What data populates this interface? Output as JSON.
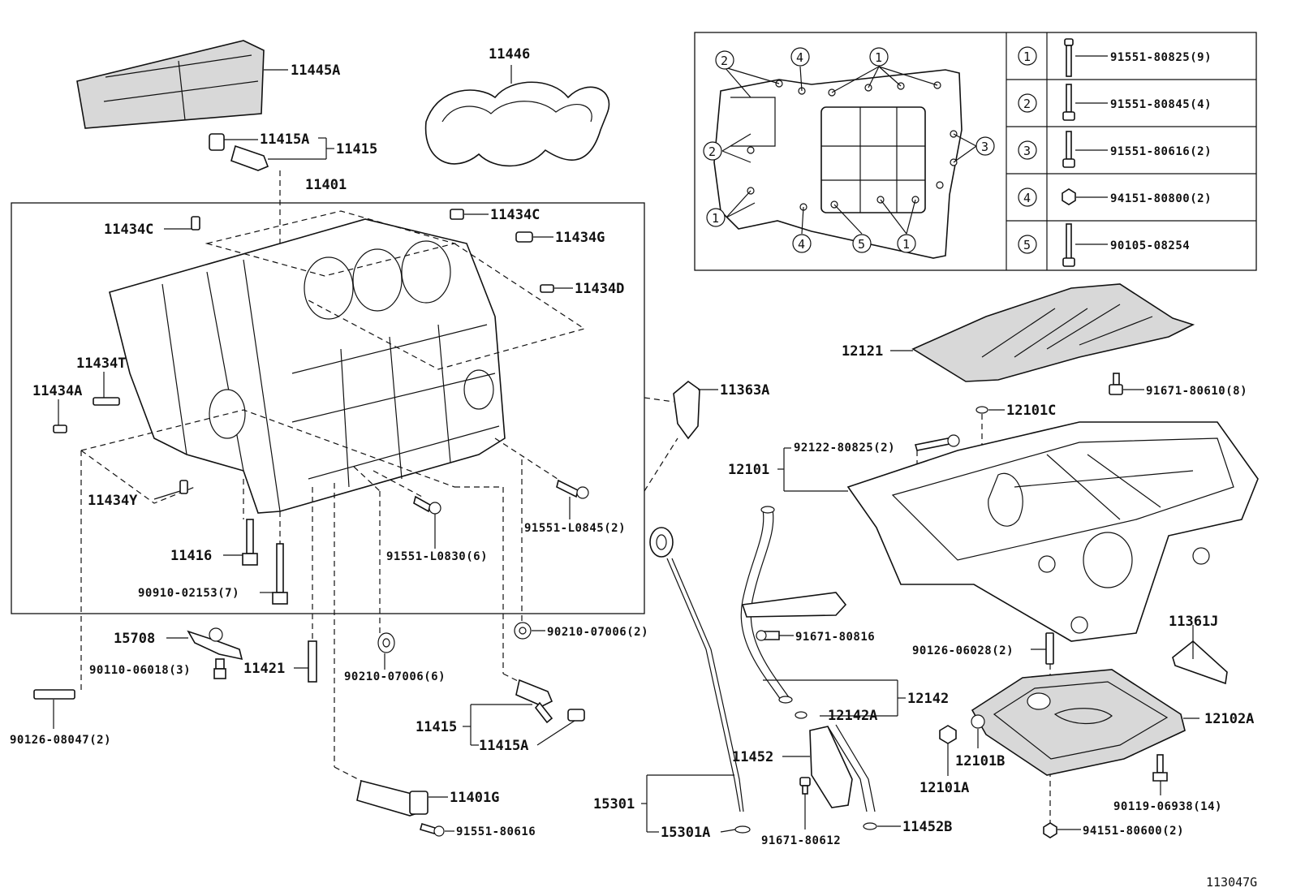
{
  "diagram_id": "113047G",
  "part_labels": {
    "p11445A": "11445A",
    "p11446": "11446",
    "p11415A_top": "11415A",
    "p11415_top": "11415",
    "p11401": "11401",
    "p11434C_left": "11434C",
    "p11434C_right": "11434C",
    "p11434G": "11434G",
    "p11434D": "11434D",
    "p11434T": "11434T",
    "p11434A": "11434A",
    "p11434Y": "11434Y",
    "p11416": "11416",
    "p90910": "90910-02153(7)",
    "p91551L0830": "91551-L0830(6)",
    "p91551L0845": "91551-L0845(2)",
    "p11363A": "11363A",
    "p15708": "15708",
    "p90110": "90110-06018(3)",
    "p11421": "11421",
    "p90210_6": "90210-07006(6)",
    "p90210_2": "90210-07006(2)",
    "p90126_08047": "90126-08047(2)",
    "p11415_bot": "11415",
    "p11415A_bot": "11415A",
    "p11401G": "11401G",
    "p91551_80616_bot": "91551-80616",
    "p15301": "15301",
    "p15301A": "15301A",
    "p12121": "12121",
    "p91671_80610": "91671-80610(8)",
    "p12101C": "12101C",
    "p92122": "92122-80825(2)",
    "p12101": "12101",
    "p91671_80816": "91671-80816",
    "p12142": "12142",
    "p12142A": "12142A",
    "p11452": "11452",
    "p91671_80612": "91671-80612",
    "p11452B": "11452B",
    "p90126_06028": "90126-06028(2)",
    "p11361J": "11361J",
    "p12102A": "12102A",
    "p12101B": "12101B",
    "p12101A": "12101A",
    "p90119": "90119-06938(14)",
    "p94151_80600": "94151-80600(2)"
  },
  "callout_numbers": [
    "1",
    "2",
    "3",
    "4",
    "5"
  ],
  "bolt_table": [
    {
      "num": "1",
      "part": "91551-80825(9)"
    },
    {
      "num": "2",
      "part": "91551-80845(4)"
    },
    {
      "num": "3",
      "part": "91551-80616(2)"
    },
    {
      "num": "4",
      "part": "94151-80800(2)"
    },
    {
      "num": "5",
      "part": "90105-08254"
    }
  ]
}
